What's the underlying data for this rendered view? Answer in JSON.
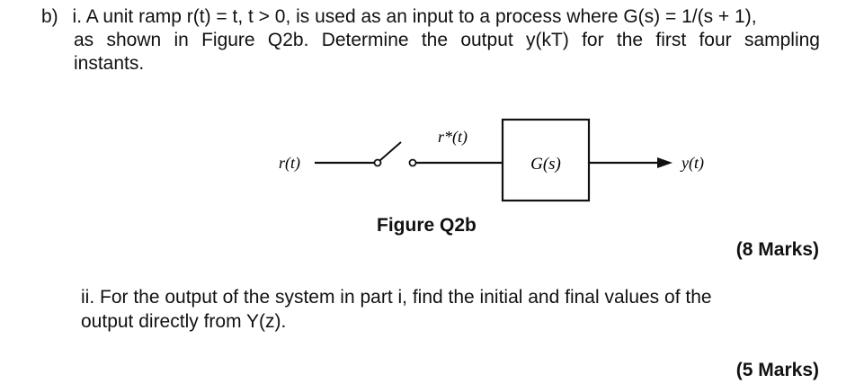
{
  "part_b": {
    "label": "b)",
    "q1": {
      "line1": "i. A unit ramp r(t) = t, t > 0, is used as an input to a process where G(s) = 1/(s + 1),",
      "line2": "as shown in Figure Q2b. Determine the output y(kT) for the first four sampling",
      "line3": "instants.",
      "marks": "(8 Marks)"
    },
    "figure": {
      "caption": "Figure Q2b",
      "input_label": "r(t)",
      "sampled_label": "r*(t)",
      "block_label": "G(s)",
      "output_label": "y(t)"
    },
    "q2": {
      "line1": "ii. For the output of the system in part i, find the initial and final values of the",
      "line2": "output directly from Y(z).",
      "marks": "(5 Marks)"
    }
  }
}
